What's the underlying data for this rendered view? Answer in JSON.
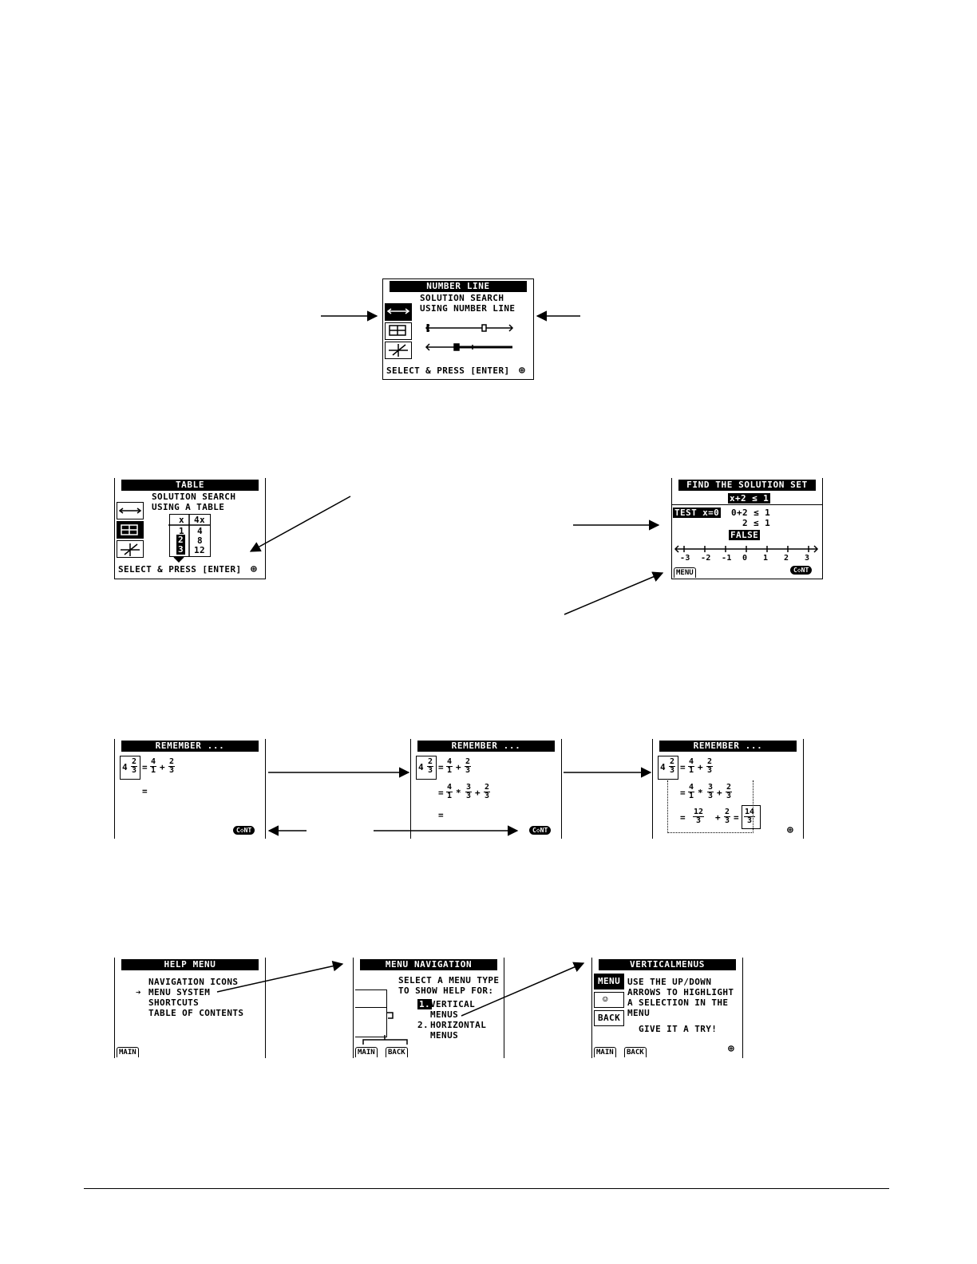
{
  "number_line": {
    "title": "NUMBER LINE",
    "desc1": "SOLUTION SEARCH",
    "desc2": "USING NUMBER LINE",
    "status": "SELECT & PRESS [ENTER]",
    "icons": [
      "arrows-icon",
      "table-icon",
      "graph-icon"
    ]
  },
  "table": {
    "title": "TABLE",
    "desc1": "SOLUTION SEARCH",
    "desc2": "USING A TABLE",
    "col_x": "x",
    "col_4x": "4x",
    "x_values": [
      "1",
      "2",
      "3"
    ],
    "y_values": [
      "4",
      "8",
      "12"
    ],
    "status": "SELECT & PRESS [ENTER]"
  },
  "solution": {
    "title": "FIND THE SOLUTION SET",
    "inequality": "x+2 ≤ 1",
    "test": "TEST x=0",
    "step1": "0+2 ≤ 1",
    "step2": "2 ≤ 1",
    "result": "FALSE",
    "ticks": [
      "-3",
      "-2",
      "-1",
      "0",
      "1",
      "2",
      "3"
    ],
    "menu_tab": "MENU",
    "cont": "C◇NT"
  },
  "remember": {
    "title": "REMEMBER ...",
    "mixed_whole": "4",
    "mixed_num": "2",
    "mixed_den": "3",
    "eq": "=",
    "plus": "+",
    "times": "*",
    "f_4": "4",
    "f_1": "1",
    "f_2": "2",
    "f_3": "3",
    "f_12": "12",
    "f_14": "14",
    "cont": "C◇NT"
  },
  "help_menu": {
    "title": "HELP MENU",
    "items": [
      "NAVIGATION ICONS",
      "MENU SYSTEM",
      "SHORTCUTS",
      "TABLE OF CONTENTS"
    ],
    "main_tab": "MAIN"
  },
  "menu_nav": {
    "title": "MENU NAVIGATION",
    "line1": "SELECT A MENU TYPE",
    "line2": "TO SHOW HELP FOR:",
    "opt1_num": "1.",
    "opt1_a": "VERTICAL",
    "opt1_b": "MENUS",
    "opt2_num": "2.",
    "opt2_a": "HORIZONTAL",
    "opt2_b": "MENUS",
    "main_tab": "MAIN",
    "back_tab": "BACK"
  },
  "vertical_menus": {
    "title": "VERTICALMENUS",
    "side_menu": "MENU",
    "side_back": "BACK",
    "line1": "USE THE UP/DOWN",
    "line2": "ARROWS TO HIGHLIGHT",
    "line3": "A SELECTION IN THE",
    "line4": "MENU",
    "line5": "GIVE IT A TRY!",
    "main_tab": "MAIN",
    "back_tab": "BACK"
  }
}
